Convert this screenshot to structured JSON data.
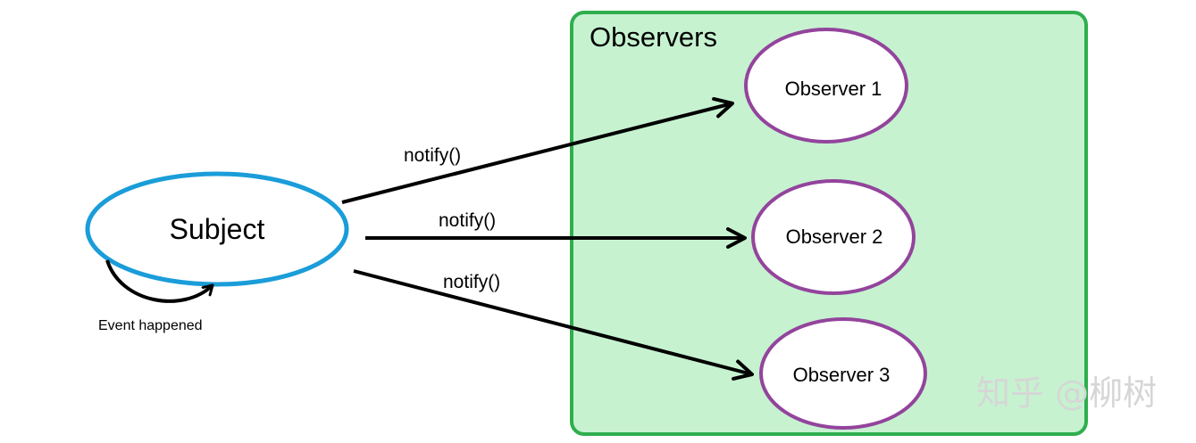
{
  "diagram": {
    "group": {
      "label": "Observers",
      "fill": "#c6f2d0",
      "stroke": "#2fae4e"
    },
    "subject": {
      "label": "Subject",
      "stroke": "#1a9dd9"
    },
    "observers": [
      {
        "label": "Observer 1"
      },
      {
        "label": "Observer 2"
      },
      {
        "label": "Observer 3"
      }
    ],
    "observer_stroke": "#93449c",
    "edges": [
      {
        "from": "Subject",
        "to": "Observer 1",
        "label": "notify()"
      },
      {
        "from": "Subject",
        "to": "Observer 2",
        "label": "notify()"
      },
      {
        "from": "Subject",
        "to": "Observer 3",
        "label": "notify()"
      }
    ],
    "self_loop": {
      "label": "Event happened"
    },
    "watermark": "知乎 @柳树"
  }
}
